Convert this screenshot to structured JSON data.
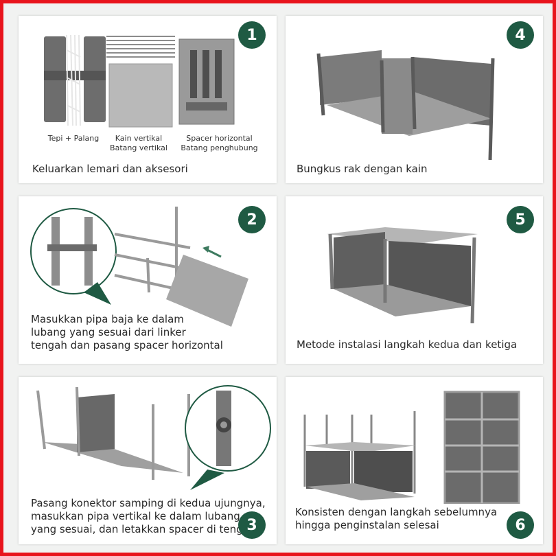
{
  "accent": "#1f5a43",
  "border": "#e8141c",
  "steps": [
    {
      "number": "1",
      "caption": "Keluarkan lemari dan aksesori",
      "items": [
        "Tepi + Palang",
        "Kain vertikal\nBatang vertikal",
        "Spacer horizontal\nBatang penghubung"
      ]
    },
    {
      "number": "2",
      "caption": "Masukkan pipa baja ke dalam\nlubang yang sesuai dari linker\ntengah dan pasang spacer horizontal"
    },
    {
      "number": "3",
      "caption": "Pasang konektor samping di kedua ujungnya,\nmasukkan pipa vertikal ke dalam lubang\nyang sesuai, dan letakkan spacer di tengah"
    },
    {
      "number": "4",
      "caption": "Bungkus rak dengan kain"
    },
    {
      "number": "5",
      "caption": "Metode instalasi langkah kedua dan ketiga"
    },
    {
      "number": "6",
      "caption": "Konsisten dengan langkah sebelumnya\nhingga penginstalan selesai"
    }
  ]
}
